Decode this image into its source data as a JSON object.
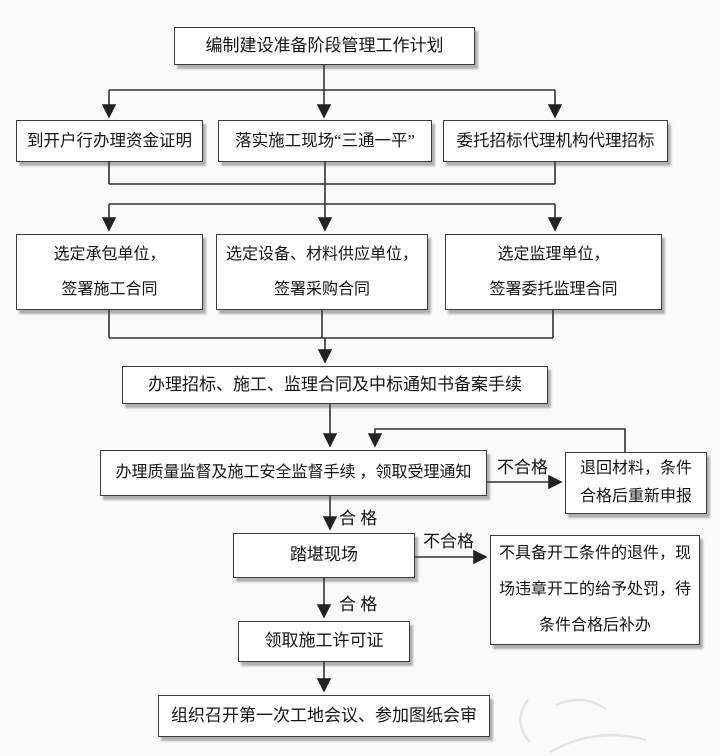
{
  "nodes": {
    "plan": {
      "label": "编制建设准备阶段管理工作计划"
    },
    "fund": {
      "label": "到开户行办理资金证明"
    },
    "site": {
      "label": "落实施工现场“三通一平”"
    },
    "tender_agency": {
      "label": "委托招标代理机构代理招标"
    },
    "contractor": {
      "label": "选定承包单位，\n签署施工合同"
    },
    "supplier": {
      "label": "选定设备、材料供应单位，\n签署采购合同"
    },
    "supervisor": {
      "label": "选定监理单位，\n签署委托监理合同"
    },
    "filing": {
      "label": "办理招标、施工、监理合同及中标通知书备案手续"
    },
    "quality": {
      "label": "办理质量监督及施工安全监督手续 ，领取受理通知"
    },
    "return_materials": {
      "label": "退回材料，条件\n合格后重新申报"
    },
    "site_visit": {
      "label": "踏堪现场"
    },
    "reject": {
      "label": "不具备开工条件的退件，现\n场违章开工的给予处罚，待\n条件合格后补办"
    },
    "permit": {
      "label": "领取施工许可证"
    },
    "meeting": {
      "label": "组织召开第一次工地会议、参加图纸会审"
    }
  },
  "edge_labels": {
    "fail_top": "不合格",
    "pass_top": "合 格",
    "fail_bottom": "不合格",
    "pass_bottom": "合 格"
  },
  "colors": {
    "line": "#333333",
    "box_border": "#3c3c3c",
    "box_bg": "#ffffff",
    "page_bg": "#fbfafa",
    "text": "#141414"
  }
}
